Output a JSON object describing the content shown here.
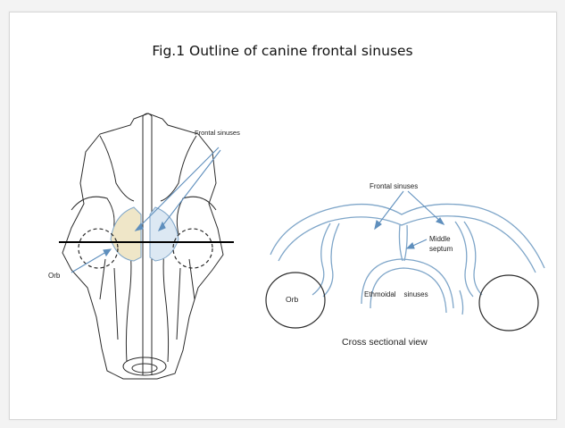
{
  "title": "Fig.1 Outline of canine frontal sinuses",
  "labels": {
    "left_frontal_sinuses": "Frontal sinuses",
    "left_orb": "Orb",
    "right_frontal_sinuses": "Frontal sinuses",
    "middle_septum_line1": "Middle",
    "middle_septum_line2": "septum",
    "right_orb": "Orb",
    "ethmoidal_sinuses": "Ethmoidal    sinuses",
    "cross_sectional_view": "Cross sectional view"
  },
  "colors": {
    "outline": "#2b2b2b",
    "sinus_blue": "#7fa6c9",
    "left_sinus_fill": "#efe6c8",
    "right_sinus_fill": "#dce8f3"
  }
}
